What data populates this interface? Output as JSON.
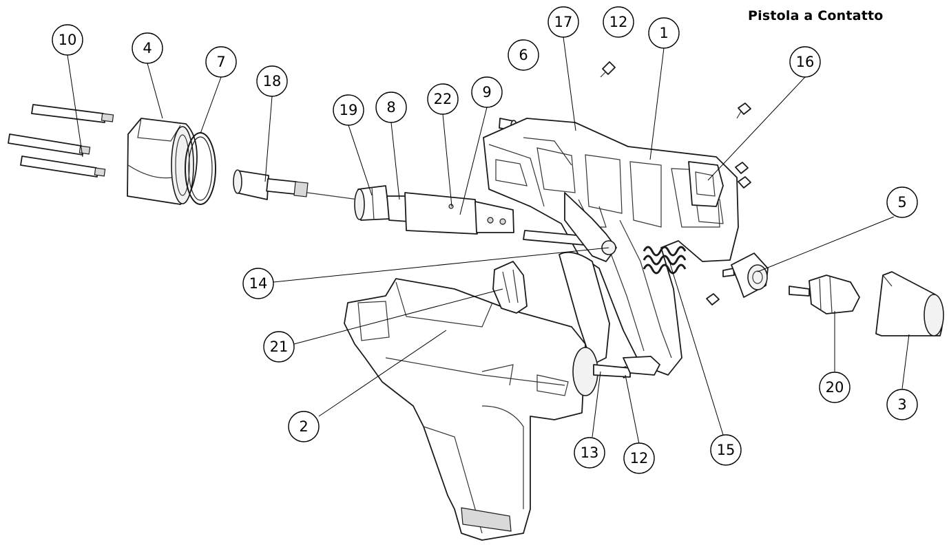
{
  "title": "Pistola a Contatto",
  "callouts": [
    {
      "id": "c10",
      "label": "10"
    },
    {
      "id": "c4",
      "label": "4"
    },
    {
      "id": "c7",
      "label": "7"
    },
    {
      "id": "c18",
      "label": "18"
    },
    {
      "id": "c19",
      "label": "19"
    },
    {
      "id": "c8",
      "label": "8"
    },
    {
      "id": "c22",
      "label": "22"
    },
    {
      "id": "c9",
      "label": "9"
    },
    {
      "id": "c6",
      "label": "6"
    },
    {
      "id": "c17",
      "label": "17"
    },
    {
      "id": "c12a",
      "label": "12"
    },
    {
      "id": "c1",
      "label": "1"
    },
    {
      "id": "c16",
      "label": "16"
    },
    {
      "id": "c5",
      "label": "5"
    },
    {
      "id": "c14",
      "label": "14"
    },
    {
      "id": "c21",
      "label": "21"
    },
    {
      "id": "c2",
      "label": "2"
    },
    {
      "id": "c13",
      "label": "13"
    },
    {
      "id": "c12b",
      "label": "12"
    },
    {
      "id": "c15",
      "label": "15"
    },
    {
      "id": "c20",
      "label": "20"
    },
    {
      "id": "c3",
      "label": "3"
    }
  ]
}
